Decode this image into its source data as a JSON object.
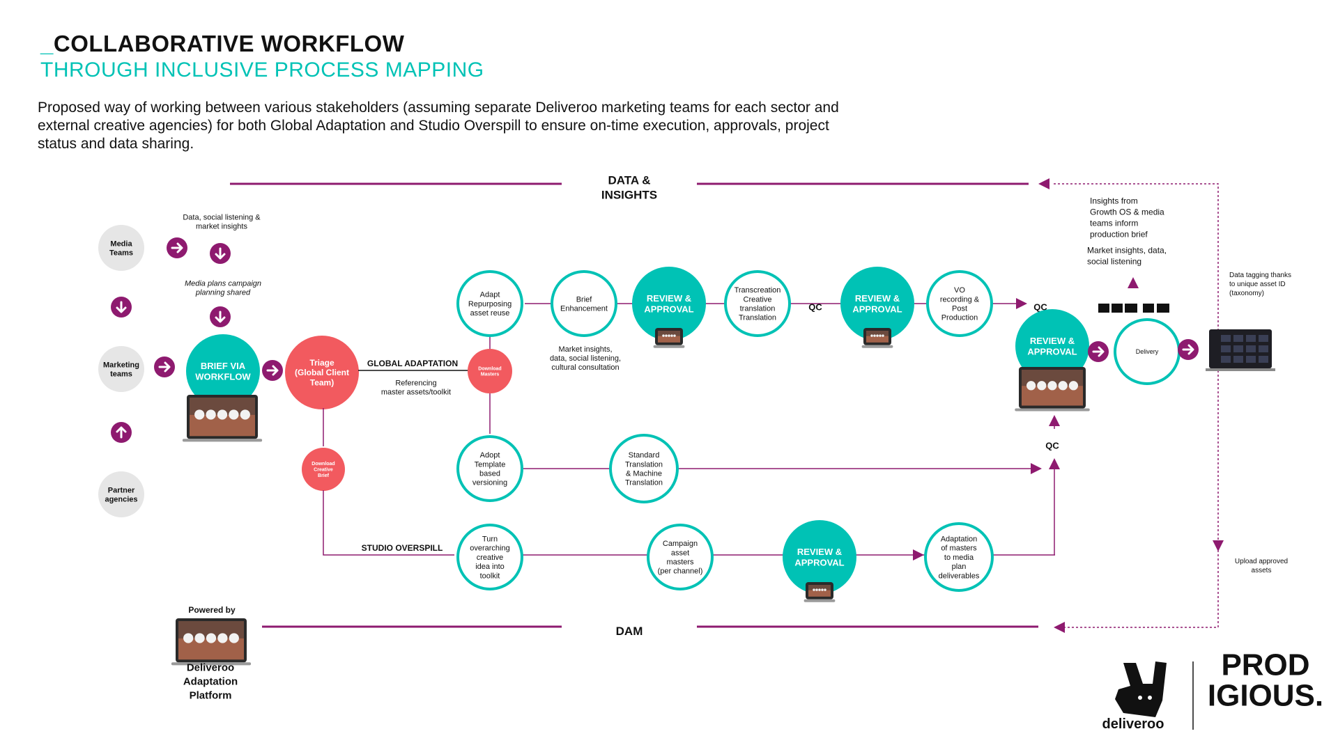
{
  "header": {
    "title_prefix": "_",
    "title": "COLLABORATIVE WORKFLOW",
    "subtitle": "THROUGH INCLUSIVE PROCESS MAPPING",
    "description": "Proposed way of working between various stakeholders (assuming separate Deliveroo marketing teams for each sector and external creative agencies) for both Global Adaptation and Studio Overspill to ensure on-time execution, approvals, project status and data sharing."
  },
  "colors": {
    "teal": "#00c2b5",
    "coral": "#f25a5f",
    "magenta": "#8e1a6f",
    "grey": "#e6e6e6"
  },
  "bands": {
    "data_insights": [
      "DATA &",
      "INSIGHTS"
    ],
    "dam": "DAM"
  },
  "stakeholders": {
    "media": [
      "Media",
      "Teams"
    ],
    "marketing": [
      "Marketing",
      "teams"
    ],
    "partner": [
      "Partner",
      "agencies"
    ]
  },
  "notes": {
    "data_social": [
      "Data, social listening &",
      "market insights"
    ],
    "media_plans": [
      "Media plans campaign",
      "planning shared"
    ],
    "referencing": [
      "Referencing",
      "master assets/toolkit"
    ],
    "market_insights_mid": [
      "Market insights,",
      "data, social listening,",
      "cultural consultation"
    ],
    "insights_growth": [
      "Insights  from",
      "Growth OS & media",
      "teams inform",
      "production brief"
    ],
    "market_insights_right": [
      "Market insights, data,",
      "social listening"
    ],
    "data_tagging": [
      "Data tagging thanks",
      "to unique asset ID",
      "(taxonomy)"
    ],
    "upload": [
      "Upload approved",
      "assets"
    ]
  },
  "route_labels": {
    "global": "GLOBAL ADAPTATION",
    "studio": "STUDIO OVERSPILL",
    "qc": "QC"
  },
  "nodes": {
    "brief": [
      "BRIEF VIA",
      "WORKFLOW"
    ],
    "triage": [
      "Triage",
      "(Global Client",
      "Team)"
    ],
    "download_masters": [
      "Download",
      "Masters"
    ],
    "download_brief": [
      "Download",
      "Creative",
      "Brief"
    ],
    "adapt_repurposing": [
      "Adapt",
      "Repurposing",
      "asset reuse"
    ],
    "brief_enhancement": [
      "Brief",
      "Enhancement"
    ],
    "review": [
      "REVIEW &",
      "APPROVAL"
    ],
    "transcreation": [
      "Transcreation",
      "Creative",
      "translation",
      "Translation"
    ],
    "vo": [
      "VO",
      "recording &",
      "Post",
      "Production"
    ],
    "adopt_template": [
      "Adopt",
      "Template",
      "based",
      "versioning"
    ],
    "standard_translation": [
      "Standard",
      "Translation",
      "& Machine",
      "Translation"
    ],
    "turn_overarching": [
      "Turn",
      "overarching",
      "creative",
      "idea into",
      "toolkit"
    ],
    "campaign_masters": [
      "Campaign",
      "asset",
      "masters",
      "(per channel)"
    ],
    "adaptation_masters": [
      "Adaptation",
      "of masters",
      "to media",
      "plan",
      "deliverables"
    ],
    "delivery": "Delivery"
  },
  "platform": {
    "powered_by": "Powered by",
    "name": [
      "Deliveroo",
      "Adaptation",
      "Platform"
    ]
  },
  "logos": {
    "deliveroo": "deliveroo",
    "prodigious": [
      "PROD",
      "IGIOUS."
    ]
  }
}
